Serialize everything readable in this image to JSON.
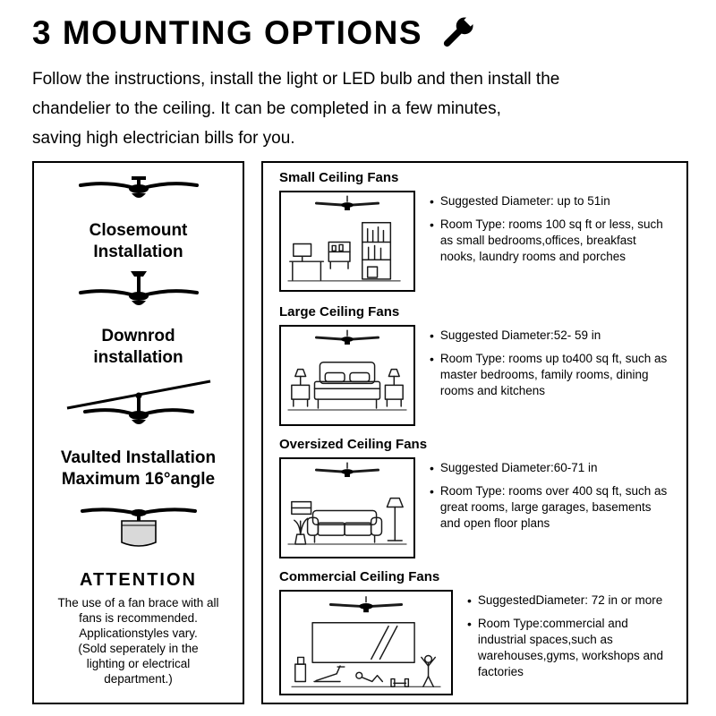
{
  "header": {
    "title": "3 MOUNTING OPTIONS",
    "wrench_icon": "wrench-icon",
    "description_lines": [
      "Follow the instructions, install the light or LED bulb and then install the",
      "chandelier to the ceiling. It can be completed in a few minutes,",
      "saving high electrician bills for you."
    ]
  },
  "left_panel": {
    "options": [
      {
        "icon": "closemount-fan-icon",
        "label_lines": [
          "Closemount",
          "Installation"
        ]
      },
      {
        "icon": "downrod-fan-icon",
        "label_lines": [
          "Downrod",
          "installation"
        ]
      },
      {
        "icon": "vaulted-fan-icon",
        "label_lines": [
          "Vaulted Installation",
          "Maximum 16°angle"
        ]
      },
      {
        "icon": "drum-fan-icon",
        "label_lines": []
      }
    ],
    "attention": {
      "title": "ATTENTION",
      "body_lines": [
        "The use of a fan brace with all",
        "fans is recommended.",
        "Applicationstyles vary.",
        "(Sold seperately in the",
        "lighting or electrical",
        "department.)"
      ]
    }
  },
  "right_panel": {
    "sections": [
      {
        "title": "Small Ceiling Fans",
        "illustration": "small-room-illustration",
        "bullets": [
          "Suggested Diameter: up to 51in",
          "Room Type: rooms 100 sq ft or less, such as small bedrooms,offices, breakfast nooks, laundry rooms and porches"
        ]
      },
      {
        "title": "Large Ceiling Fans",
        "illustration": "bedroom-illustration",
        "bullets": [
          "Suggested Diameter:52- 59 in",
          "Room Type: rooms up to400 sq ft, such as master bedrooms, family rooms, dining rooms and kitchens"
        ]
      },
      {
        "title": "Oversized Ceiling Fans",
        "illustration": "living-room-illustration",
        "bullets": [
          "Suggested Diameter:60-71 in",
          "Room Type: rooms over 400 sq ft, such as great rooms, large garages, basements and open floor plans"
        ]
      },
      {
        "title": "Commercial Ceiling Fans",
        "illustration": "gym-illustration",
        "bullets": [
          "SuggestedDiameter: 72 in or more",
          "Room Type:commercial and industrial spaces,such as warehouses,gyms, workshops and factories"
        ]
      }
    ]
  },
  "colors": {
    "ink": "#000000",
    "background": "#ffffff"
  }
}
